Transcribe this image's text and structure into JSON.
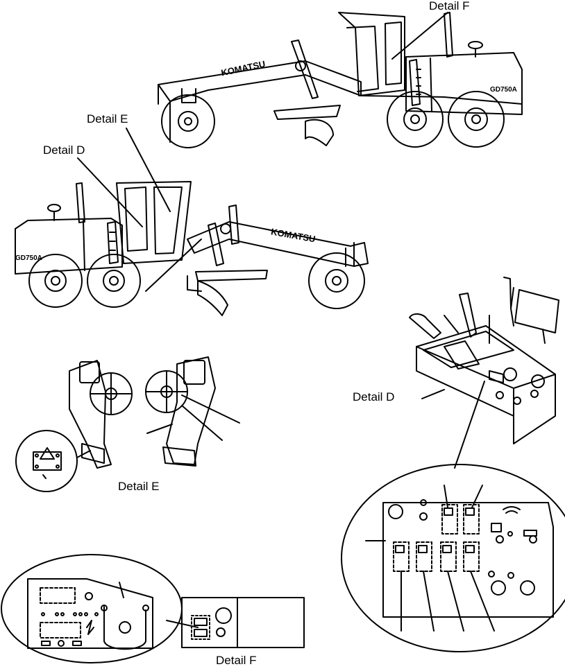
{
  "labels": {
    "detail_f_top": "Detail F",
    "detail_e_top": "Detail E",
    "detail_d_top": "Detail D",
    "detail_d_right": "Detail D",
    "detail_e_bottom": "Detail E",
    "detail_f_bottom": "Detail F"
  },
  "machine_text": {
    "brand": "KOMATSU",
    "model": "GD750A"
  },
  "colors": {
    "ink": "#000000",
    "paper": "#ffffff"
  }
}
